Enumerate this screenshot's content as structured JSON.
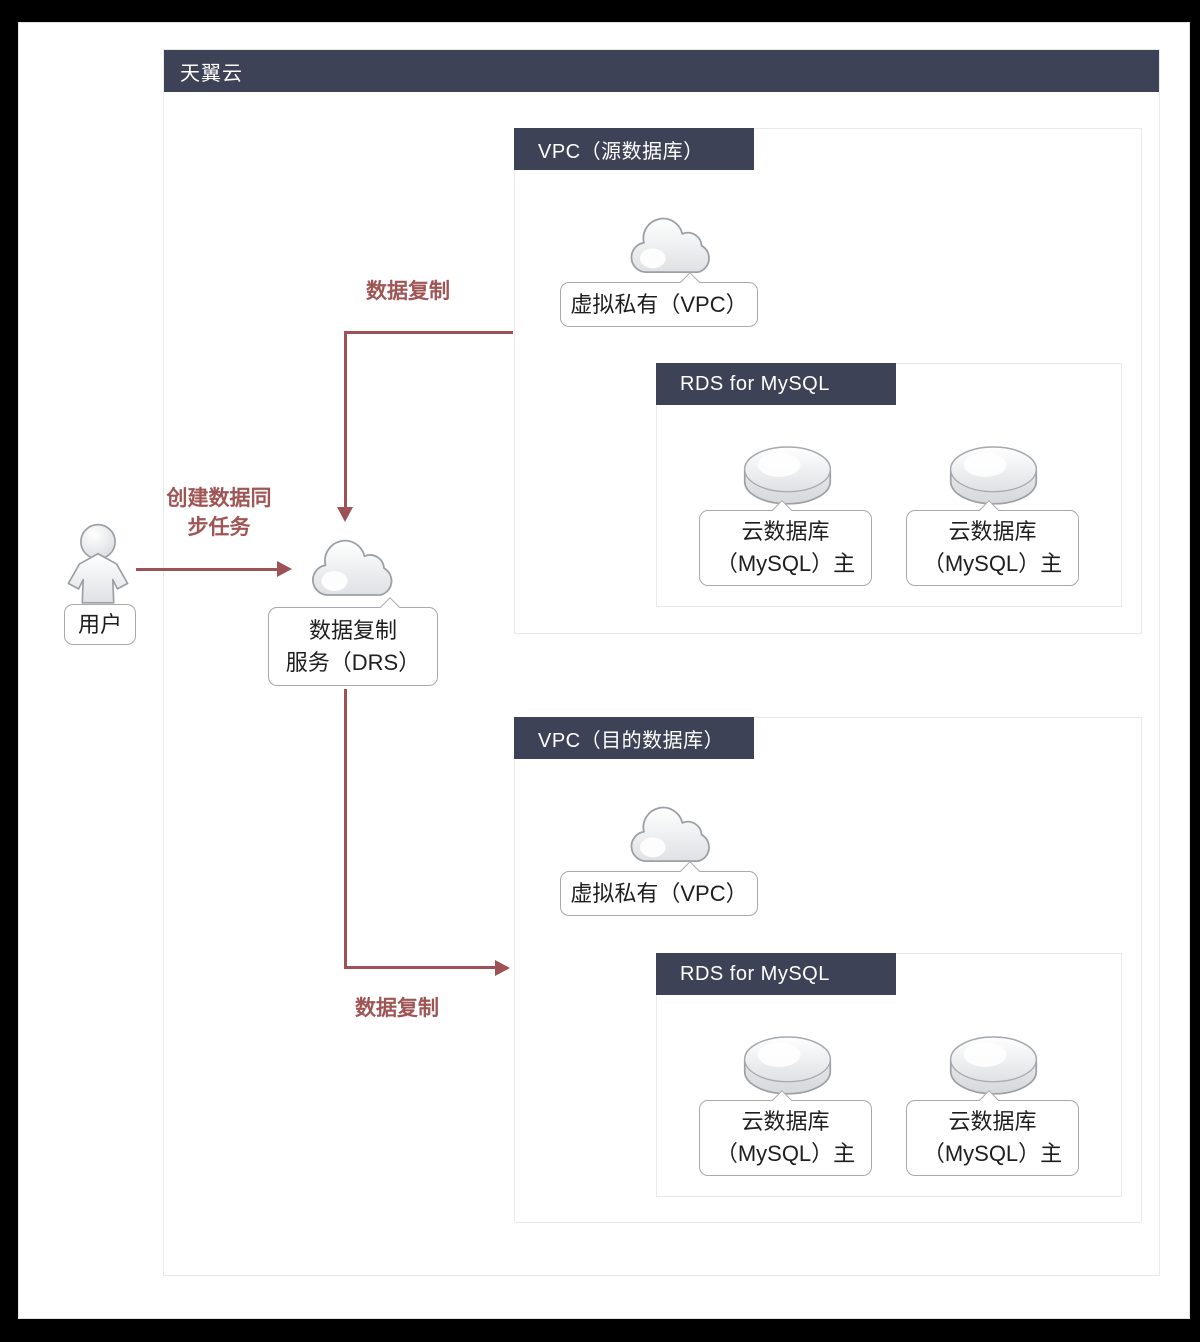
{
  "provider": {
    "title": "天翼云"
  },
  "vpc_source": {
    "title": "VPC（源数据库）",
    "vpc_label": "虚拟私有（VPC）",
    "rds": {
      "title": "RDS for MySQL",
      "db_primary_1": {
        "line1": "云数据库",
        "line2": "（MySQL）主"
      },
      "db_primary_2": {
        "line1": "云数据库",
        "line2": "（MySQL）主"
      }
    }
  },
  "vpc_dest": {
    "title": "VPC（目的数据库）",
    "vpc_label": "虚拟私有（VPC）",
    "rds": {
      "title": "RDS for MySQL",
      "db_primary_1": {
        "line1": "云数据库",
        "line2": "（MySQL）主"
      },
      "db_primary_2": {
        "line1": "云数据库",
        "line2": "（MySQL）主"
      }
    }
  },
  "user": {
    "label": "用户"
  },
  "drs": {
    "line1": "数据复制",
    "line2": "服务（DRS）"
  },
  "flows": {
    "create_task": {
      "line1": "创建数据同",
      "line2": "步任务"
    },
    "replicate_top": "数据复制",
    "replicate_bottom": "数据复制"
  },
  "icons": {
    "cloud": "cloud-icon",
    "database": "database-icon",
    "user": "user-icon"
  },
  "colors": {
    "header_bg": "#3e4256",
    "accent_red": "#9d5355",
    "box_border": "#e9e9e9",
    "bubble_border": "#a9a9a9",
    "frame": "#000000"
  }
}
